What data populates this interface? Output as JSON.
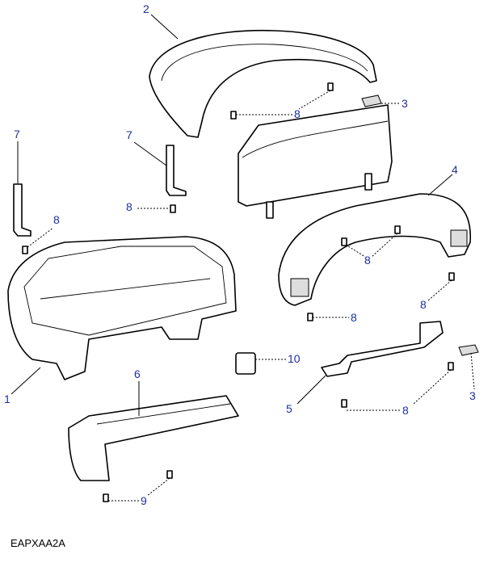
{
  "diagram_ref": "EAPXAA2A",
  "label_color": "#1f2fa0",
  "callouts": [
    {
      "id": "c2a",
      "text": "2"
    },
    {
      "id": "c8a",
      "text": "8"
    },
    {
      "id": "c3a",
      "text": "3"
    },
    {
      "id": "c7a",
      "text": "7"
    },
    {
      "id": "c7b",
      "text": "7"
    },
    {
      "id": "c4",
      "text": "4"
    },
    {
      "id": "c8b",
      "text": "8"
    },
    {
      "id": "c8c",
      "text": "8"
    },
    {
      "id": "c8d",
      "text": "8"
    },
    {
      "id": "c8e",
      "text": "8"
    },
    {
      "id": "c8f",
      "text": "8"
    },
    {
      "id": "c10",
      "text": "10"
    },
    {
      "id": "c6",
      "text": "6"
    },
    {
      "id": "c1",
      "text": "1"
    },
    {
      "id": "c5",
      "text": "5"
    },
    {
      "id": "c8g",
      "text": "8"
    },
    {
      "id": "c3b",
      "text": "3"
    },
    {
      "id": "c9",
      "text": "9"
    }
  ]
}
